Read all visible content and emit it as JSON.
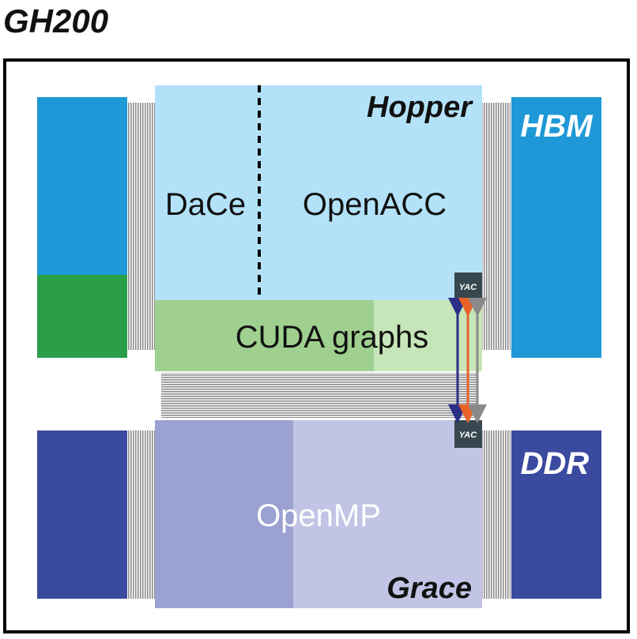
{
  "title": "GH200",
  "hopper": {
    "chip_label": "Hopper",
    "dace_label": "DaCe",
    "openacc_label": "OpenACC",
    "cuda_label": "CUDA graphs",
    "memory_label": "HBM"
  },
  "grace": {
    "chip_label": "Grace",
    "openmp_label": "OpenMP",
    "memory_label": "DDR"
  },
  "yac_top_label": "YAC",
  "yac_bottom_label": "YAC",
  "colors": {
    "hopper_bg": "#b3e2f8",
    "hbm": "#1e98d6",
    "left_gpu_green": "#2a9e48",
    "cuda_dark": "#9fd08f",
    "cuda_light": "#c6e5b8",
    "grace_dark": "#9ba1d1",
    "grace_light": "#c2c4e5",
    "ddr": "#3a4a9e",
    "yac_box": "#37474f",
    "arrow_navy": "#2b2f86",
    "arrow_orange": "#e8622a",
    "arrow_gray": "#8a8a8a"
  }
}
